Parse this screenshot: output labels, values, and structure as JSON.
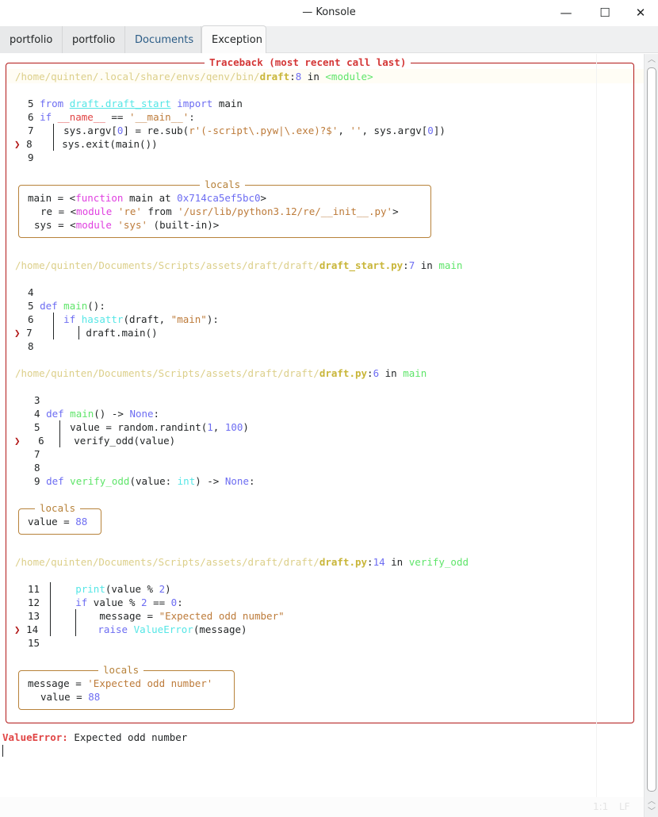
{
  "window": {
    "title": "— Konsole",
    "buttons": {
      "minimize": "—",
      "maximize": "☐",
      "close": "✕"
    }
  },
  "tabs": [
    {
      "label": "portfolio",
      "active": false
    },
    {
      "label": "portfolio",
      "active": false
    },
    {
      "label": "Documents",
      "active": false
    },
    {
      "label": "Exception",
      "active": true
    }
  ],
  "traceback": {
    "title": "Traceback (most recent call last)",
    "frames": [
      {
        "path": "/home/quinten/.local/share/envs/qenv/bin/",
        "file": "draft",
        "line": "8",
        "in_word": "in",
        "func": "<module>",
        "code": [
          {
            "no": "5",
            "text": "from draft.draft_start import main"
          },
          {
            "no": "6",
            "text": "if __name__ == '__main__':"
          },
          {
            "no": "7",
            "text": "sys.argv[0] = re.sub(r'(-script\\.pyw|\\.exe)?$', '', sys.argv[0])"
          },
          {
            "no": "8",
            "text": "sys.exit(main())",
            "current": true
          },
          {
            "no": "9",
            "text": ""
          }
        ],
        "locals": {
          "title": "locals",
          "items": [
            {
              "name": "main",
              "value": "<function main at 0x714ca5ef5bc0>"
            },
            {
              "name": "re",
              "value": "<module 're' from '/usr/lib/python3.12/re/__init__.py'>"
            },
            {
              "name": "sys",
              "value": "<module 'sys' (built-in)>"
            }
          ]
        }
      },
      {
        "path": "/home/quinten/Documents/Scripts/assets/draft/draft/",
        "file": "draft_start.py",
        "line": "7",
        "in_word": "in",
        "func": "main",
        "code": [
          {
            "no": "4",
            "text": ""
          },
          {
            "no": "5",
            "text": "def main():"
          },
          {
            "no": "6",
            "text": "if hasattr(draft, \"main\"):"
          },
          {
            "no": "7",
            "text": "draft.main()",
            "current": true
          },
          {
            "no": "8",
            "text": ""
          }
        ]
      },
      {
        "path": "/home/quinten/Documents/Scripts/assets/draft/draft/",
        "file": "draft.py",
        "line": "6",
        "in_word": "in",
        "func": "main",
        "code": [
          {
            "no": "3",
            "text": ""
          },
          {
            "no": "4",
            "text": "def main() -> None:"
          },
          {
            "no": "5",
            "text": "value = random.randint(1, 100)"
          },
          {
            "no": "6",
            "text": "verify_odd(value)",
            "current": true
          },
          {
            "no": "7",
            "text": ""
          },
          {
            "no": "8",
            "text": ""
          },
          {
            "no": "9",
            "text": "def verify_odd(value: int) -> None:"
          }
        ],
        "locals": {
          "title": "locals",
          "items": [
            {
              "name": "value",
              "value": "88"
            }
          ]
        }
      },
      {
        "path": "/home/quinten/Documents/Scripts/assets/draft/draft/",
        "file": "draft.py",
        "line": "14",
        "in_word": "in",
        "func": "verify_odd",
        "code": [
          {
            "no": "11",
            "text": "print(value % 2)"
          },
          {
            "no": "12",
            "text": "if value % 2 == 0:"
          },
          {
            "no": "13",
            "text": "message = \"Expected odd number\""
          },
          {
            "no": "14",
            "text": "raise ValueError(message)",
            "current": true
          },
          {
            "no": "15",
            "text": ""
          }
        ],
        "locals": {
          "title": "locals",
          "items": [
            {
              "name": "message",
              "value": "'Expected odd number'"
            },
            {
              "name": "value",
              "value": "88"
            }
          ]
        }
      }
    ]
  },
  "error": {
    "type": "ValueError:",
    "message": "Expected odd number"
  },
  "status": {
    "position": "1:1",
    "eol": "LF"
  },
  "symbols": {
    "current_line_marker": "❯"
  },
  "colors": {
    "border_traceback": "#b21818",
    "border_locals": "#b7823a",
    "path": "#dccf8a",
    "file": "#c9b63a",
    "keyword": "#6d6df2",
    "function": "#5fe56a",
    "builtin": "#55e6e6",
    "string": "#bd7b3a",
    "magenta": "#e040e0",
    "error": "#e04444"
  }
}
